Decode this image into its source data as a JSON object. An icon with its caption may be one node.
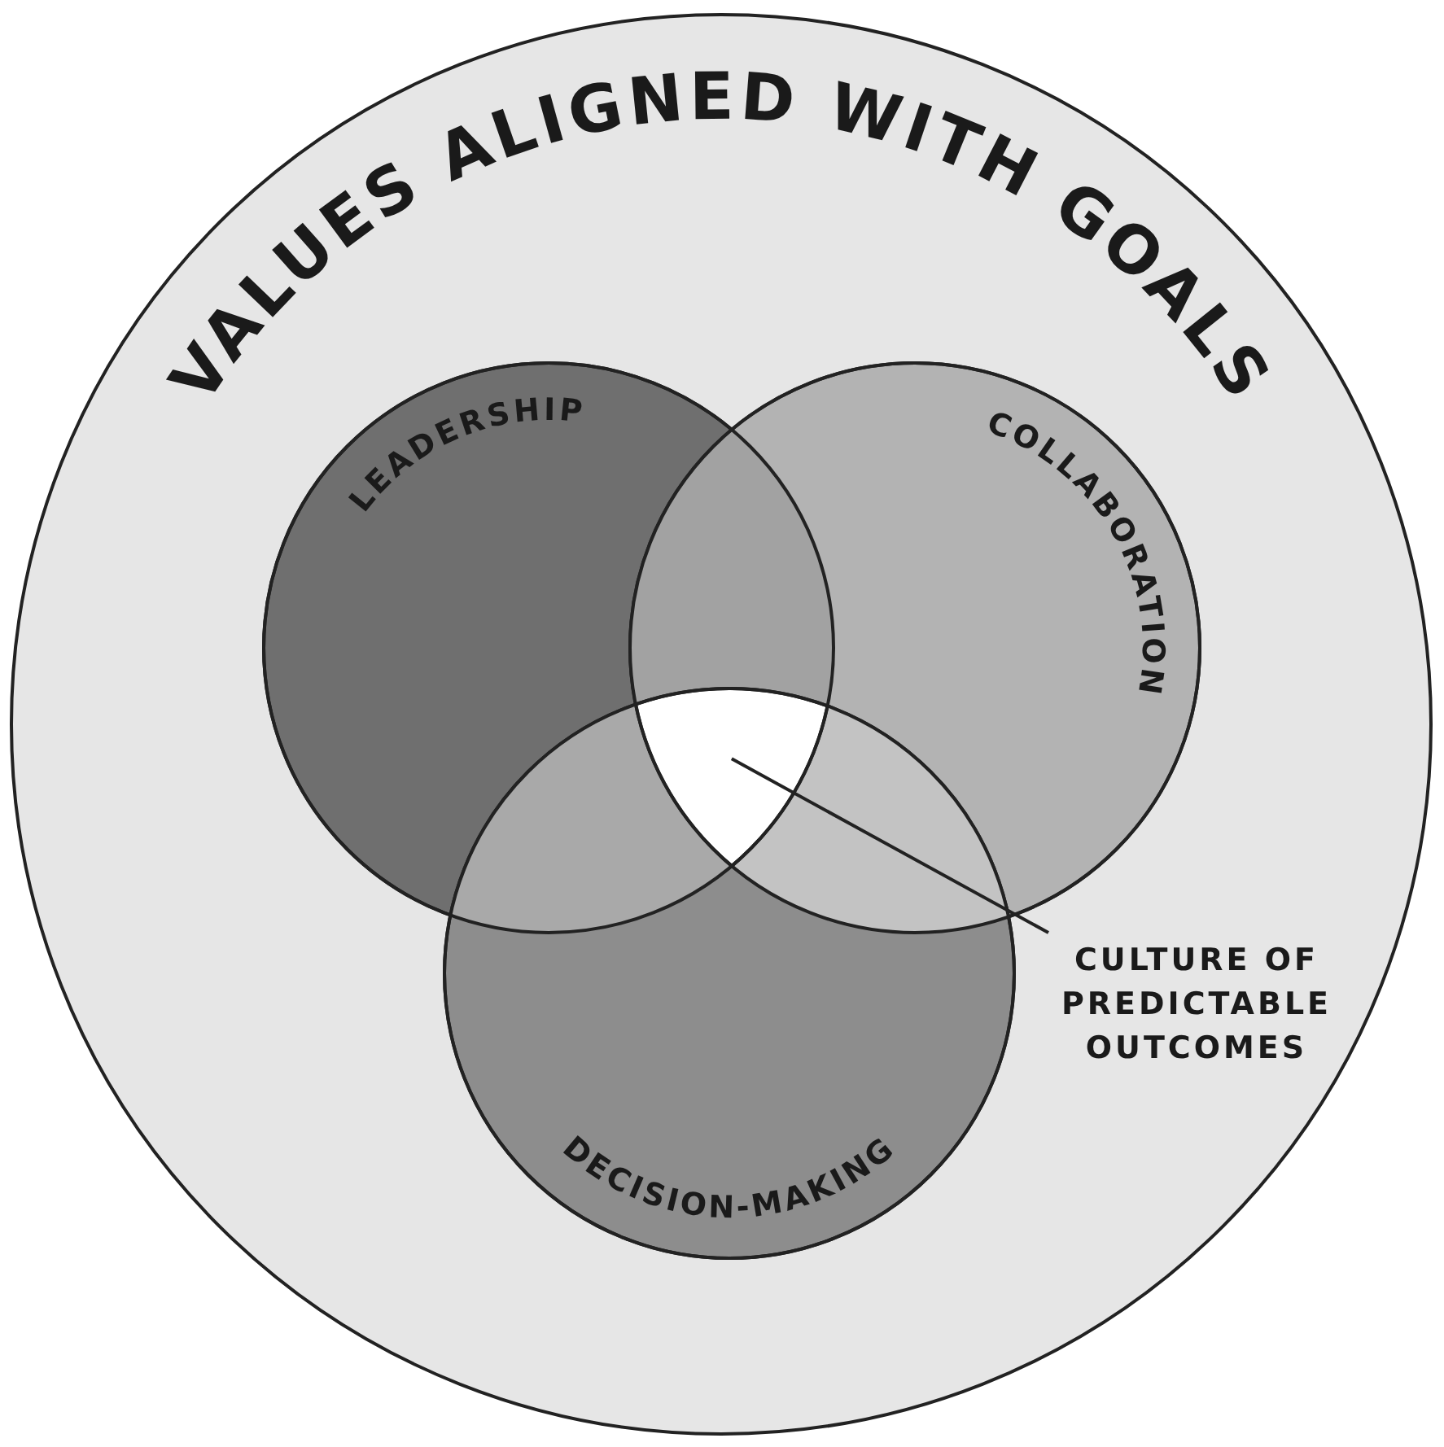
{
  "diagram": {
    "nodes": [
      {
        "text": [
          "VALUES ALIGNED WITH GOALS"
        ]
      },
      {
        "text": [
          "LEADERSHIP"
        ],
        "in": 0
      },
      {
        "text": [
          "COLLABORATION"
        ],
        "in": 0
      },
      {
        "text": [],
        "shape": "triangle"
      },
      {
        "text": [
          "DECISION-MAKING"
        ],
        "in": 0
      },
      {
        "text": [
          "CULTURE OF PREDICTABLE OUTCOMES"
        ],
        "in": 0
      }
    ],
    "edges": [
      {
        "from": 5,
        "to": 3,
        "arrow": "none"
      }
    ]
  }
}
